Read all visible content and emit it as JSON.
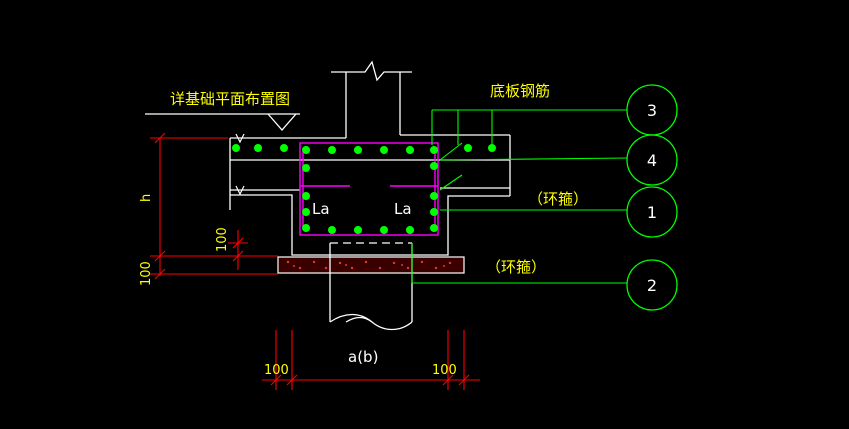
{
  "labels": {
    "plan_ref": "详基础平面布置图",
    "bottom_rebar": "底板钢筋",
    "hoop_1": "（环箍）",
    "hoop_2": "（环箍）",
    "la_left": "La",
    "la_right": "La",
    "h": "h",
    "dim_100_a": "100",
    "dim_100_b": "100",
    "dim_100_left": "100",
    "dim_100_right": "100",
    "width": "a(b)"
  },
  "callouts": [
    "3",
    "4",
    "1",
    "2"
  ],
  "colors": {
    "background": "#000000",
    "structure": "#ffffff",
    "rebar_dot": "#00ff00",
    "stirrup": "#ff00ff",
    "leader": "#00ff00",
    "dimension": "#ff0000",
    "text": "#ffff00"
  }
}
